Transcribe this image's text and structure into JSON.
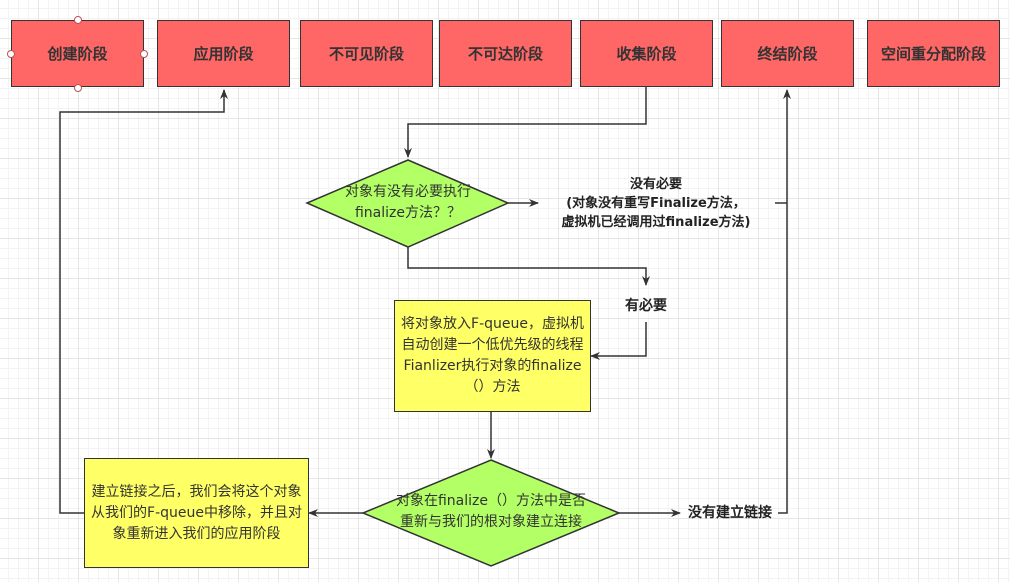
{
  "stages": [
    {
      "id": "create",
      "label": "创建阶段"
    },
    {
      "id": "apply",
      "label": "应用阶段"
    },
    {
      "id": "invisible",
      "label": "不可见阶段"
    },
    {
      "id": "unreachable",
      "label": "不可达阶段"
    },
    {
      "id": "collect",
      "label": "收集阶段"
    },
    {
      "id": "finalize",
      "label": "终结阶段"
    },
    {
      "id": "reallocate",
      "label": "空间重分配阶段"
    }
  ],
  "decision1": {
    "line1": "对象有没有必要执行",
    "line2": "finalize方法？？"
  },
  "label_not_needed": {
    "line1": "没有必要",
    "line2": "(对象没有重写Finalize方法，",
    "line3": "虚拟机已经调用过finalize方法)"
  },
  "label_needed": "有必要",
  "fqueue_box": "将对象放入F-queue，虚拟机自动创建一个低优先级的线程Fianlizer执行对象的finalize（）方法",
  "decision2": {
    "line1": "对象在finalize（）方法中是否",
    "line2": "重新与我们的根对象建立连接"
  },
  "label_no_link": "没有建立链接",
  "relink_box": "建立链接之后，我们会将这个对象从我们的F-queue中移除，并且对象重新进入我们的应用阶段",
  "colors": {
    "stage_fill": "#ff6666",
    "decision_fill": "#b3ff66",
    "process_fill": "#ffff66",
    "stroke": "#333333"
  }
}
